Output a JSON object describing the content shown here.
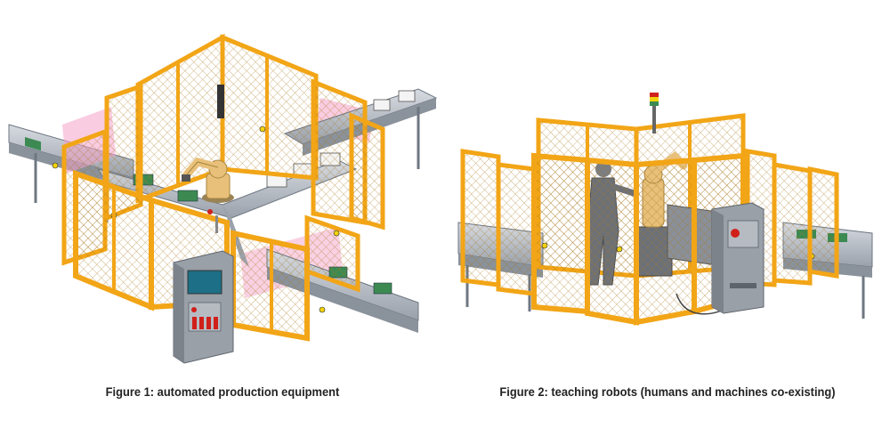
{
  "figures": [
    {
      "caption": "Figure 1: automated production equipment",
      "illustration": "automated-production-cell"
    },
    {
      "caption": "Figure 2: teaching robots (humans and machines co-existing)",
      "illustration": "human-robot-teaching-cell"
    }
  ],
  "colors": {
    "fence": "#f2a516",
    "fence_dark": "#c98208",
    "mesh": "#b07a1c",
    "conveyor": "#b9bfc8",
    "conveyor_dark": "#7d8590",
    "light_curtain": "#f4a3c8",
    "robot": "#e8c07a",
    "panel": "#9aa0a8",
    "screen": "#1c6f86",
    "button_red": "#d0201a",
    "button_yellow": "#f2d20a",
    "pcb": "#3c8a52"
  }
}
